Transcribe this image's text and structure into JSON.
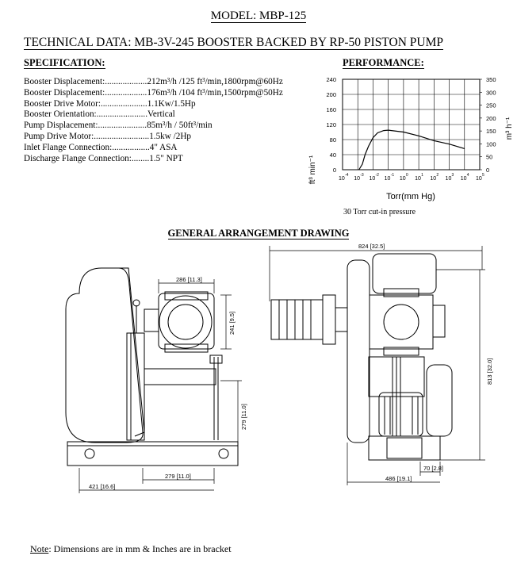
{
  "model_title": "MODEL: MBP-125",
  "tech_title": "TECHNICAL DATA: MB-3V-245 BOOSTER BACKED BY RP-50 PISTON PUMP",
  "spec_header": "SPECIFICATION:",
  "perf_header": "PERFORMANCE:",
  "specs": [
    {
      "label": "Booster Displacement:...................",
      "value": "212m³/h /125 ft³/min,1800rpm@60Hz"
    },
    {
      "label": "Booster Displacement:...................",
      "value": "176m³/h /104 ft³/min,1500rpm@50Hz"
    },
    {
      "label": "Booster Drive Motor:.....................",
      "value": "1.1Kw/1.5Hp"
    },
    {
      "label": "Booster Orientation:.......................",
      "value": "Vertical"
    },
    {
      "label": "Pump Displacement:......................",
      "value": "85m³/h / 50ft³/min"
    },
    {
      "label": "Pump Drive Motor:.........................",
      "value": "1.5kw /2Hp"
    },
    {
      "label": "Inlet Flange Connection:.................",
      "value": "4\" ASA"
    },
    {
      "label": "Discharge Flange Connection:........",
      "value": "1.5\" NPT"
    }
  ],
  "chart_data": {
    "type": "line",
    "xlabel": "Torr(mm Hg)",
    "ylabel_left": "ft³ min⁻¹",
    "ylabel_right": "m³ h⁻¹",
    "x_scale": "log",
    "x_ticks": [
      "10-4",
      "10-3",
      "10-2",
      "10-1",
      "10",
      "10",
      "10",
      "10",
      "10",
      "10"
    ],
    "x_tick_bases": [
      "10",
      "10",
      "10",
      "10",
      "10",
      "10",
      "10",
      "10",
      "10",
      "10"
    ],
    "x_tick_exps": [
      "-4",
      "-3",
      "-2",
      "-1",
      "0",
      "1",
      "2",
      "3",
      "4",
      "5"
    ],
    "y_left_ticks": [
      "240",
      "200",
      "160",
      "120",
      "80",
      "40",
      "0"
    ],
    "y_right_ticks": [
      "350",
      "300",
      "250",
      "200",
      "150",
      "100",
      "50",
      "0"
    ],
    "ylim_left": [
      0,
      240
    ],
    "ylim_right": [
      0,
      350
    ],
    "xlim_log10": [
      -4,
      5
    ],
    "grid": true,
    "series": [
      {
        "x": [
          0.0012,
          0.002,
          0.003,
          0.005,
          0.01,
          0.02,
          0.05,
          0.1,
          1,
          10,
          100,
          1000,
          10000
        ],
        "y": [
          0,
          15,
          40,
          62,
          85,
          98,
          104,
          105,
          100,
          90,
          77,
          68,
          56
        ]
      }
    ],
    "caption": "30 Torr cut-in pressure"
  },
  "gad_title": "GENERAL ARRANGEMENT DRAWING",
  "dims": {
    "d286": "286 [11.3]",
    "d241": "241 [9.5]",
    "d279v": "279 [11.0]",
    "d279h": "279 [11.0]",
    "d421": "421 [16.6]",
    "d824": "824 [32.5]",
    "d813": "813 [32.0]",
    "d70": "70 [2.8]",
    "d486": "486 [19.1]"
  },
  "note_label": "Note",
  "note_text": ": Dimensions are in mm & Inches are in bracket"
}
